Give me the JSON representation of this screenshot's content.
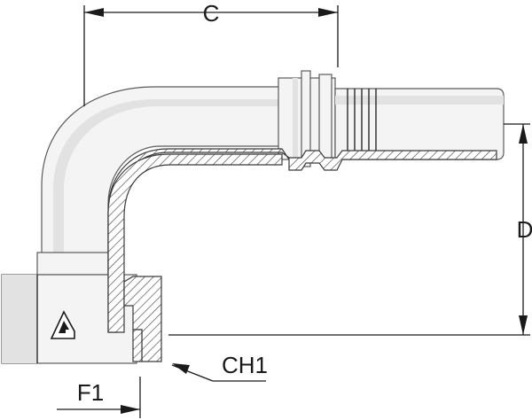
{
  "diagram": {
    "labels": {
      "c": "C",
      "d": "D",
      "ch1": "CH1",
      "f1": "F1"
    },
    "logo": {
      "icon": "brand-logo-icon"
    },
    "colors": {
      "stroke": "#1a1a1a",
      "body": "#f4f4f4",
      "hatch": "#3a3a3a"
    }
  }
}
